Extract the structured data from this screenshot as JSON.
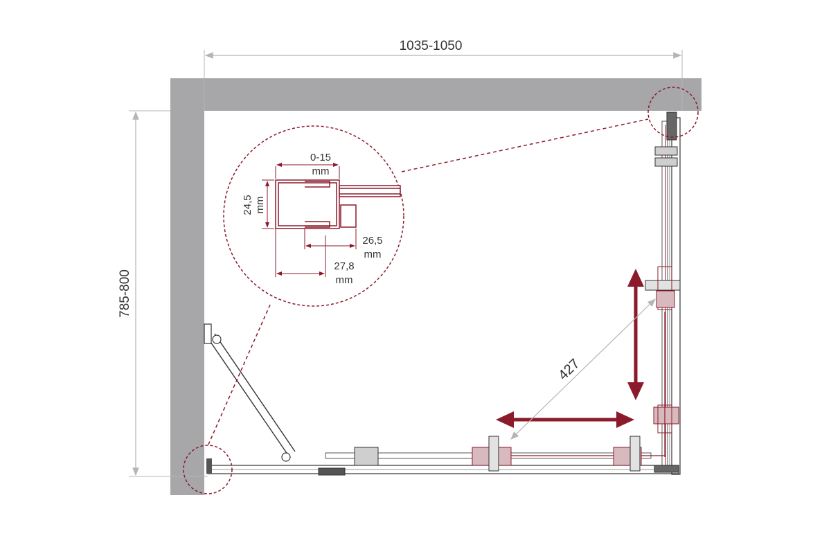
{
  "dimensions": {
    "width_label": "1035-1050",
    "depth_label": "785-800",
    "diagonal_label": "427"
  },
  "detail_callout": {
    "gap_value": "0-15",
    "gap_unit": "mm",
    "profile_height_value": "24,5",
    "profile_height_unit": "mm",
    "inner_width_value": "26,5",
    "inner_width_unit": "mm",
    "outer_width_value": "27,8",
    "outer_width_unit": "mm"
  },
  "colors": {
    "wall": "#a7a7a9",
    "accent": "#8b1a2b",
    "dimension_line": "#b5b5b5",
    "outline": "#333333"
  },
  "icons": {
    "sliding_arrow_horizontal": "double-arrow-horizontal-icon",
    "sliding_arrow_vertical": "double-arrow-vertical-icon"
  }
}
